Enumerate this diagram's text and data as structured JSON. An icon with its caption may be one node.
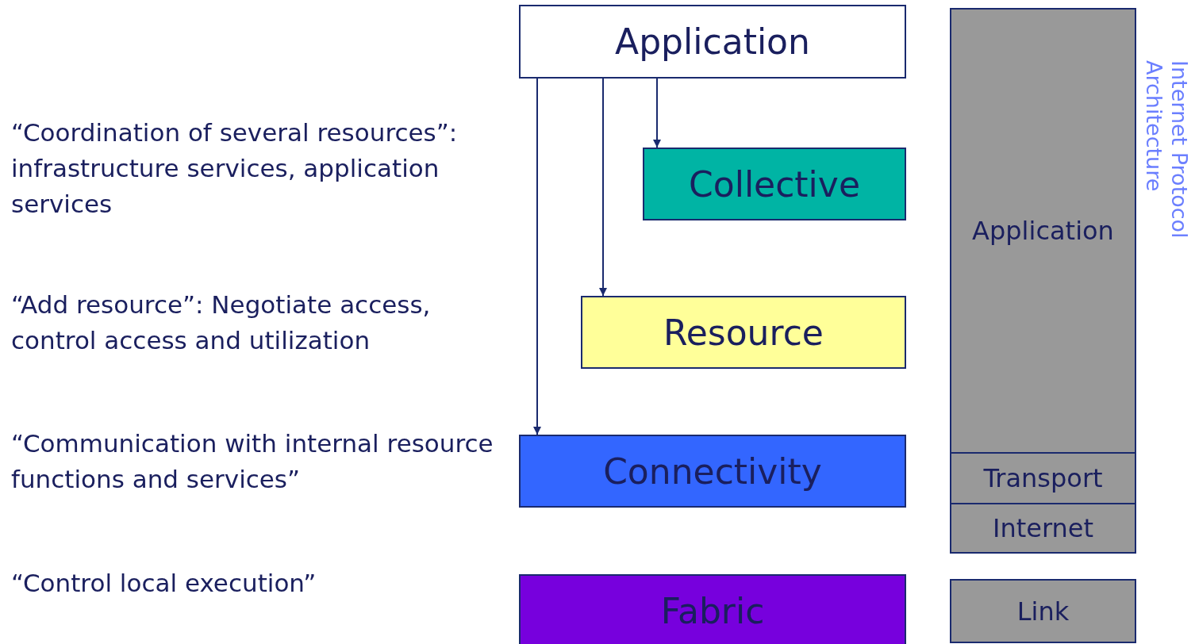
{
  "diagram": {
    "nodes": [
      {
        "text": [
          "Application"
        ]
      },
      {
        "text": [
          "Collective"
        ]
      },
      {
        "text": [
          "Resource"
        ]
      },
      {
        "text": [
          "Connectivity"
        ]
      },
      {
        "text": [
          "Fabric"
        ]
      },
      {
        "text": [
          "Application"
        ]
      },
      {
        "text": [
          "Transport"
        ]
      },
      {
        "text": [
          "Internet"
        ]
      },
      {
        "text": [
          "Link"
        ]
      }
    ],
    "edges": [
      {
        "from": 0,
        "to": 1,
        "arrow": "to"
      },
      {
        "from": 0,
        "to": 2,
        "arrow": "to"
      },
      {
        "from": 0,
        "to": 3,
        "arrow": "to"
      }
    ],
    "labels": [
      "“Coordination of several resources”: infrastructure services, application services",
      "“Add resource”: Negotiate access, control access and utilization",
      "“Communication with internal resource functions and services”",
      "“Control local execution”",
      "Internet Protocol Architecture"
    ]
  }
}
